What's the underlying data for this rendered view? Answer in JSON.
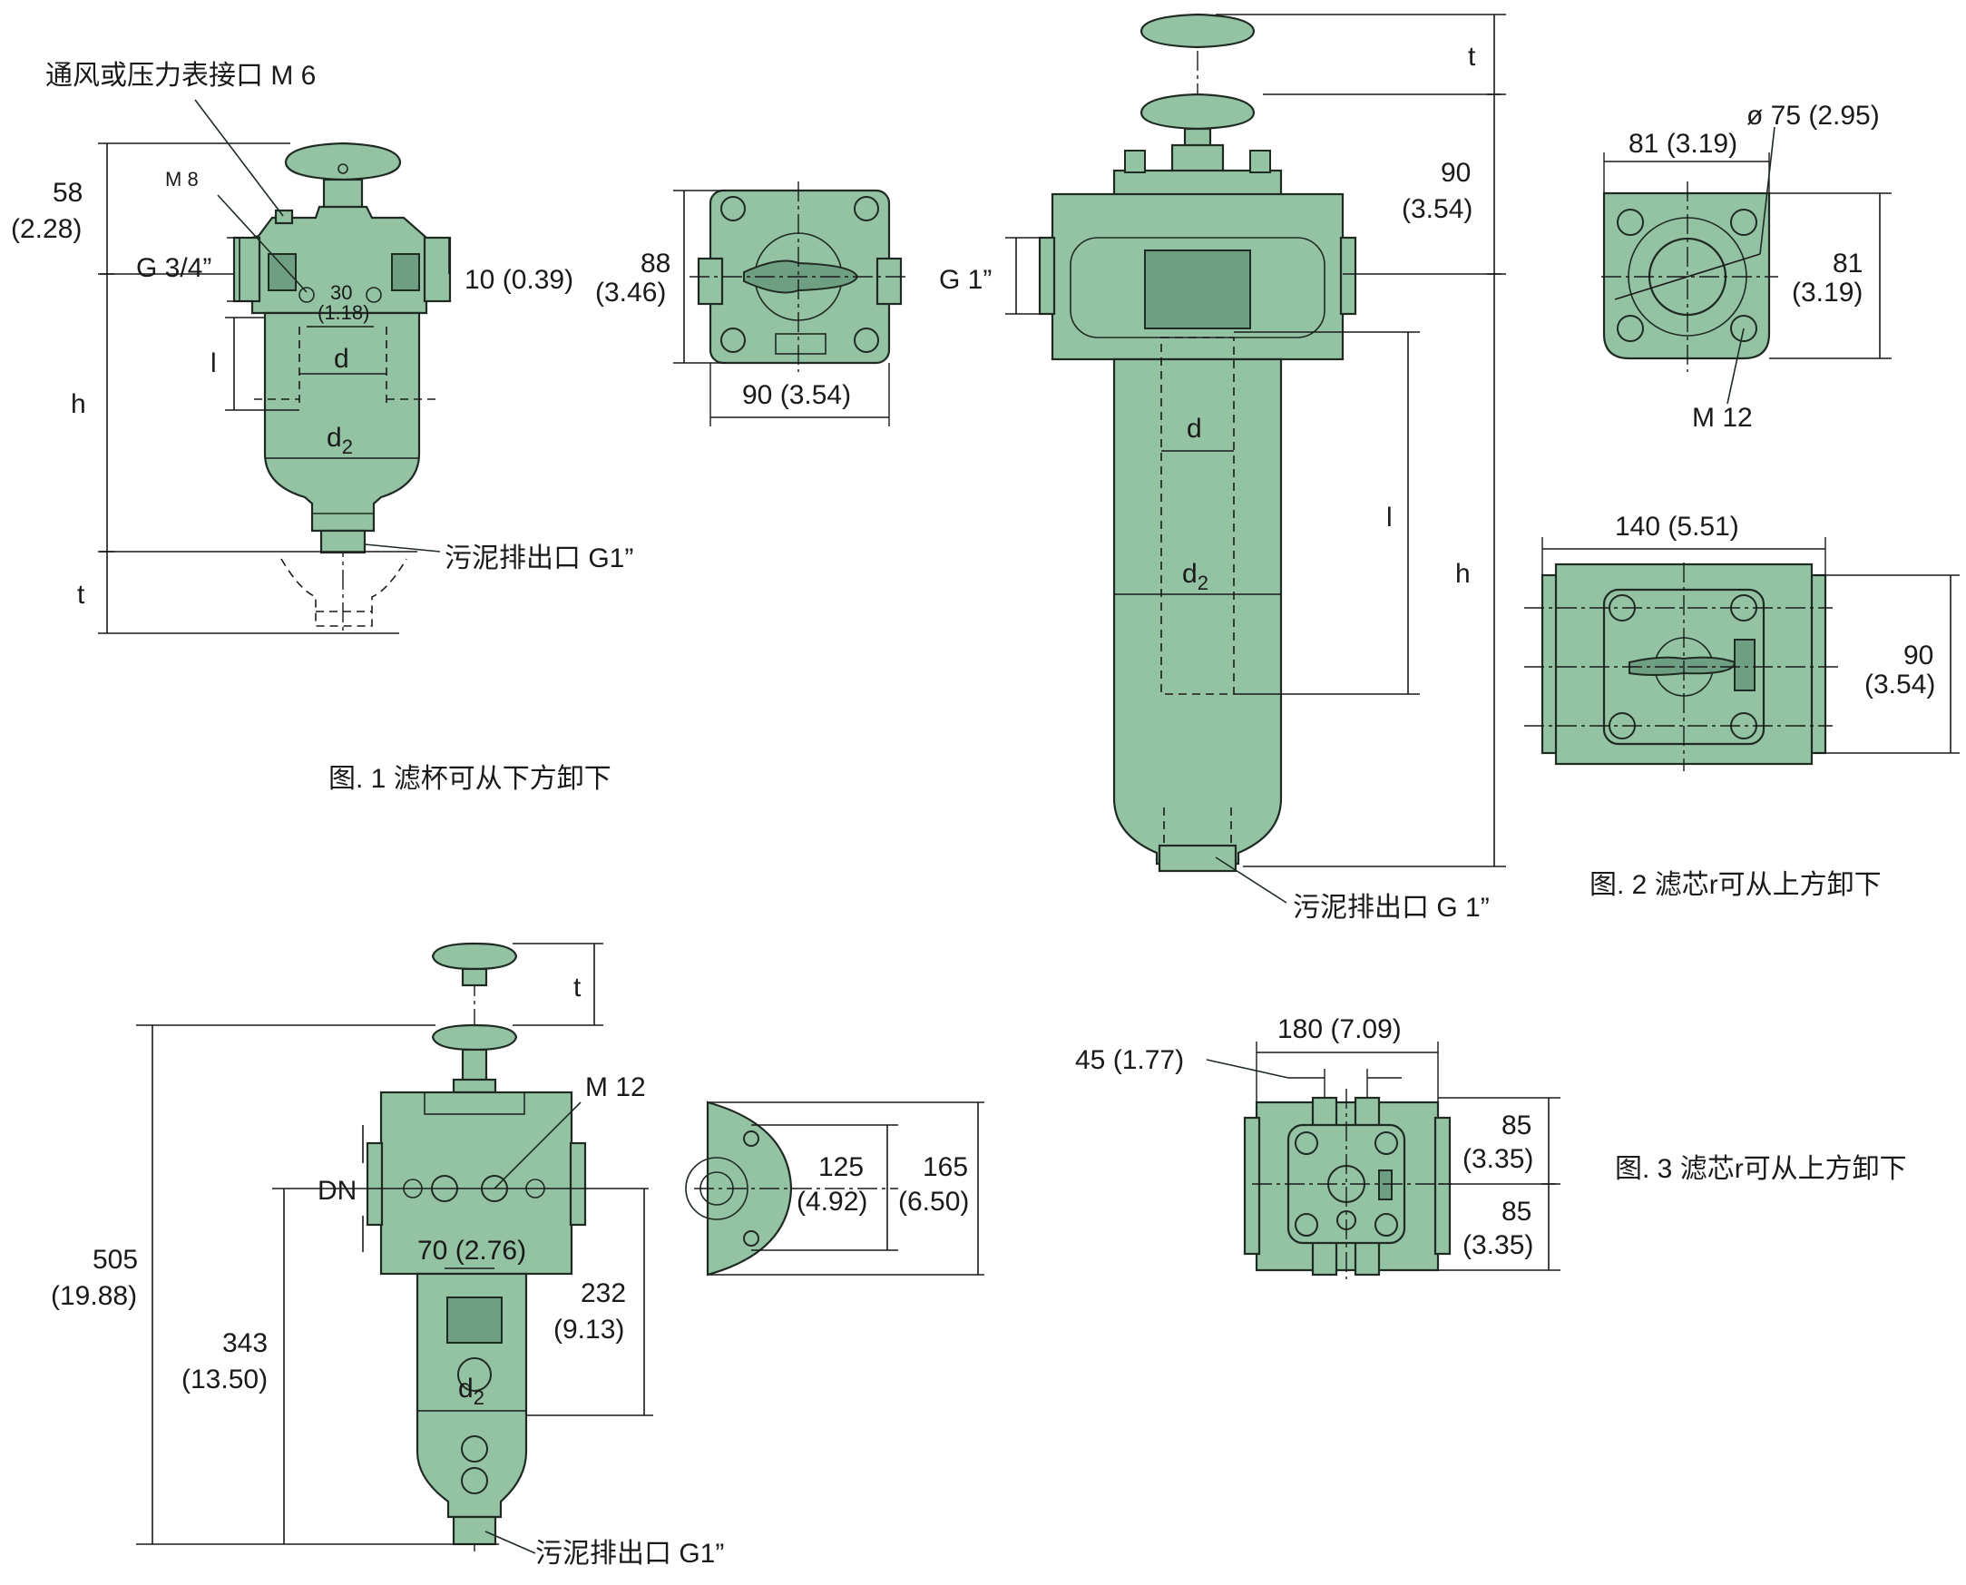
{
  "fig1": {
    "port_label": "通风或压力表接口  M 6",
    "m8": "M 8",
    "dim58": "58",
    "dim58_in": "(2.28)",
    "g34": "G 3/4”",
    "dim10": "10 (0.39)",
    "dim30": "30",
    "dim30_in": "(1.18)",
    "l": "l",
    "d": "d",
    "h": "h",
    "d2": "d",
    "d2_sub": "2",
    "t": "t",
    "drain": "污泥排出口 G1”",
    "caption": "图. 1   滤杯可从下方卸下"
  },
  "fig1_top": {
    "dim88": "88",
    "dim88_in": "(3.46)",
    "dim90": "90 (3.54)"
  },
  "fig2": {
    "t": "t",
    "dim90": "90",
    "dim90_in": "(3.54)",
    "g1": "G 1”",
    "d": "d",
    "l": "l",
    "h": "h",
    "d2": "d",
    "d2_sub": "2",
    "drain": "污泥排出口 G 1”",
    "caption": "图. 2   滤芯r可从上方卸下"
  },
  "fig2_top": {
    "dim81w": "81 (3.19)",
    "dia75": "ø 75 (2.95)",
    "dim81h": "81",
    "dim81h_in": "(3.19)",
    "m12": "M 12"
  },
  "fig2_top2": {
    "dim140": "140 (5.51)",
    "dim90": "90",
    "dim90_in": "(3.54)"
  },
  "fig3": {
    "t": "t",
    "m12": "M 12",
    "dn": "DN",
    "dim505": "505",
    "dim505_in": "(19.88)",
    "dim343": "343",
    "dim343_in": "(13.50)",
    "dim70": "70 (2.76)",
    "dim232": "232",
    "dim232_in": "(9.13)",
    "d2": "d",
    "d2_sub": "2",
    "drain": "污泥排出口 G1”",
    "dim125": "125",
    "dim125_in": "(4.92)",
    "dim165": "165",
    "dim165_in": "(6.50)"
  },
  "fig3_top": {
    "dim180": "180 (7.09)",
    "dim45": "45 (1.77)",
    "dim85a": "85",
    "dim85a_in": "(3.35)",
    "dim85b": "85",
    "dim85b_in": "(3.35)",
    "caption": "图. 3   滤芯r可从上方卸下"
  }
}
